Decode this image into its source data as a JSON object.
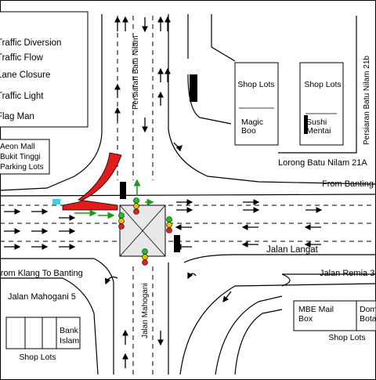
{
  "legend": {
    "items": [
      {
        "label": "Traffic Diversion",
        "icon": "red-diversion-arrow"
      },
      {
        "label": "Traffic Flow",
        "icon": "black-arrow"
      },
      {
        "label": "Lane Closure",
        "icon": "barrier-icon"
      },
      {
        "label": "Traffic Light",
        "icon": "traffic-light-icon"
      },
      {
        "label": "Flag Man",
        "icon": "flag-man-icon"
      }
    ]
  },
  "parking_box": {
    "lines": [
      "Aeon Mall",
      "Bukit Tinggi",
      "Parking Lots"
    ]
  },
  "roads": {
    "north": "Persiaran Batu Nilam",
    "northeast": "Persiaran Batu Nilam 21b",
    "lorong": "Lorong Batu Nilam 21A",
    "from_banting": "From Banting",
    "east_main": "Jalan Langat",
    "from_klang": "From Klang To Banting",
    "south": "Jalan Mahogani",
    "southwest": "Jalan Mahogani 5",
    "southeast": "Jalan Remia 3"
  },
  "buildings": {
    "shop_lots_1": "Shop Lots",
    "shop_lots_2": "Shop Lots",
    "magic_boo": [
      "Magic",
      "Boo"
    ],
    "sushi_mentai": [
      "Sushi",
      "Mentai"
    ],
    "bank_islam": [
      "Bank",
      "Islam"
    ],
    "shop_lots_sw": "Shop Lots",
    "mbe": [
      "MBE Mail",
      "Box"
    ],
    "domino": [
      "Domi",
      "Bota"
    ],
    "shop_lots_se": "Shop Lots"
  },
  "colors": {
    "diversion": "#e01c1c",
    "flow": "#000000",
    "green_arrow": "#1a9a1a",
    "light_green": "#22c022",
    "light_amber": "#e0c000",
    "light_red": "#e02020",
    "marker_cyan": "#44ccee"
  }
}
